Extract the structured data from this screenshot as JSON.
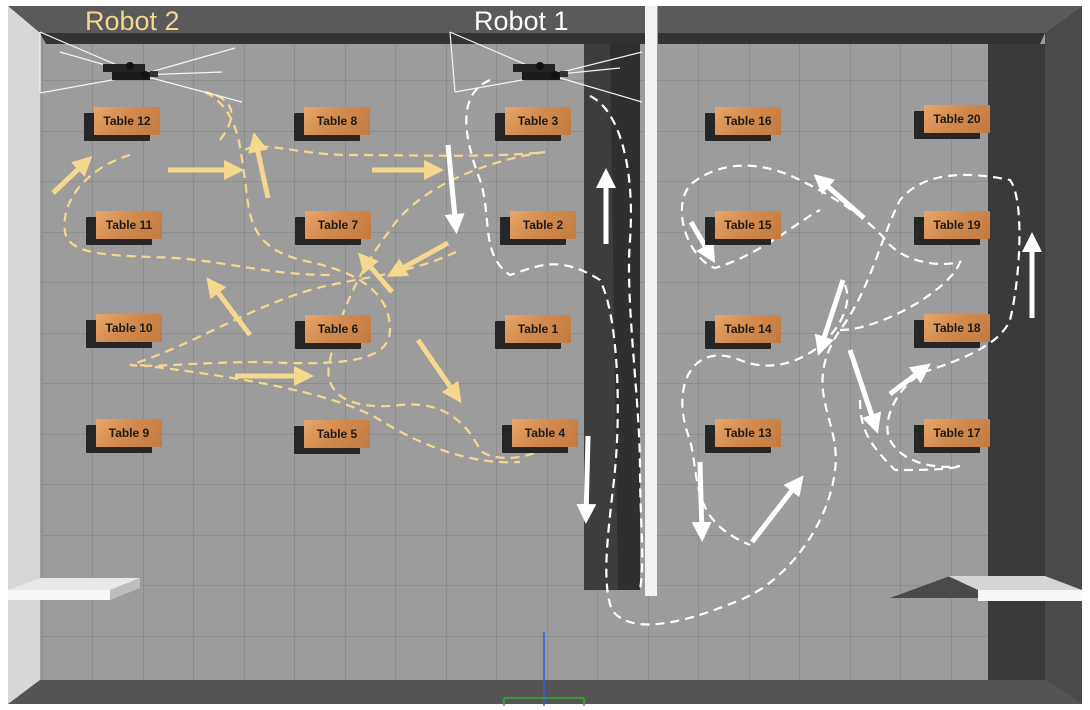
{
  "scene": {
    "robots": [
      {
        "id": "robot-1",
        "label": "Robot 1",
        "color": "#ffffff"
      },
      {
        "id": "robot-2",
        "label": "Robot 2",
        "color": "#f5d88e"
      }
    ],
    "tables": [
      {
        "label": "Table 1"
      },
      {
        "label": "Table 2"
      },
      {
        "label": "Table 3"
      },
      {
        "label": "Table 4"
      },
      {
        "label": "Table 5"
      },
      {
        "label": "Table 6"
      },
      {
        "label": "Table 7"
      },
      {
        "label": "Table 8"
      },
      {
        "label": "Table 9"
      },
      {
        "label": "Table 10"
      },
      {
        "label": "Table 11"
      },
      {
        "label": "Table 12"
      },
      {
        "label": "Table 13"
      },
      {
        "label": "Table 14"
      },
      {
        "label": "Table 15"
      },
      {
        "label": "Table 16"
      },
      {
        "label": "Table 17"
      },
      {
        "label": "Table 18"
      },
      {
        "label": "Table 19"
      },
      {
        "label": "Table 20"
      }
    ],
    "colors": {
      "floor": "#9c9c9c",
      "grid": "#7e7e7e",
      "wall_dark": "#3a3a3a",
      "wall_light": "#d9d9d9",
      "table_top": "#d38a4e",
      "table_shadow": "#262626",
      "robot1_path": "#ffffff",
      "robot2_path": "#f5d88e"
    }
  }
}
